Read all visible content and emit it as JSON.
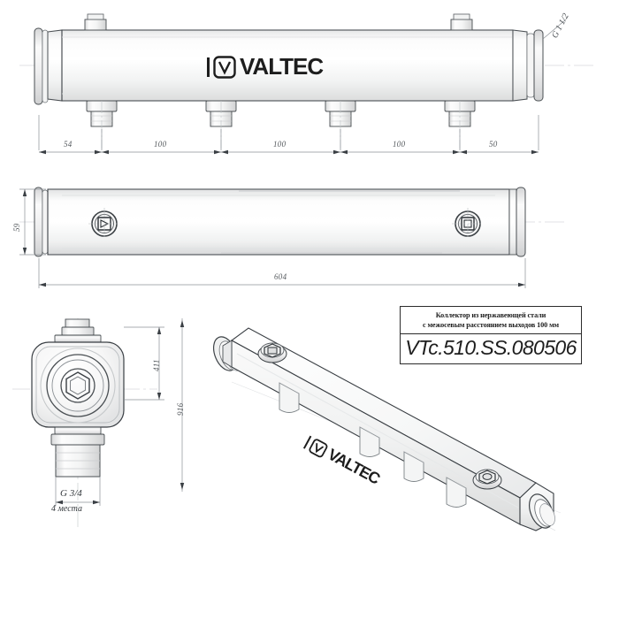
{
  "drawing": {
    "kind": "technical-drawing",
    "product": "VALTEC stainless steel manifold",
    "brand_logo_text": "VALTEC"
  },
  "title_block": {
    "description_line1": "Коллектор из нержавеющей стали",
    "description_line2": "с межосевым расстоянием выходов 100 мм",
    "article_code": "VTc.510.SS.080506"
  },
  "views": {
    "top": {
      "name": "top-view",
      "thread_callout": "G 1 1/2",
      "logo": "VALTEC"
    },
    "side": {
      "name": "side-view",
      "height_dim": "59",
      "length_dim": "604"
    },
    "end": {
      "name": "end-view",
      "dim_inner": "411",
      "dim_outer": "916",
      "thread_callout": "G 3/4",
      "places_note": "4 места"
    },
    "iso": {
      "name": "isometric-view",
      "logo": "VALTEC"
    }
  },
  "dimension_chain": {
    "labels": [
      "54",
      "100",
      "100",
      "100",
      "50"
    ]
  },
  "colors": {
    "line": "#3a3f44",
    "thin_line": "#8c9196",
    "center_line": "#b9bdc1",
    "text": "#1d1d1d",
    "dim_text": "#555a5e",
    "fill_light": "#fbfbfb",
    "fill_shade": "#eceded",
    "fill_dark": "#d9dadb"
  }
}
